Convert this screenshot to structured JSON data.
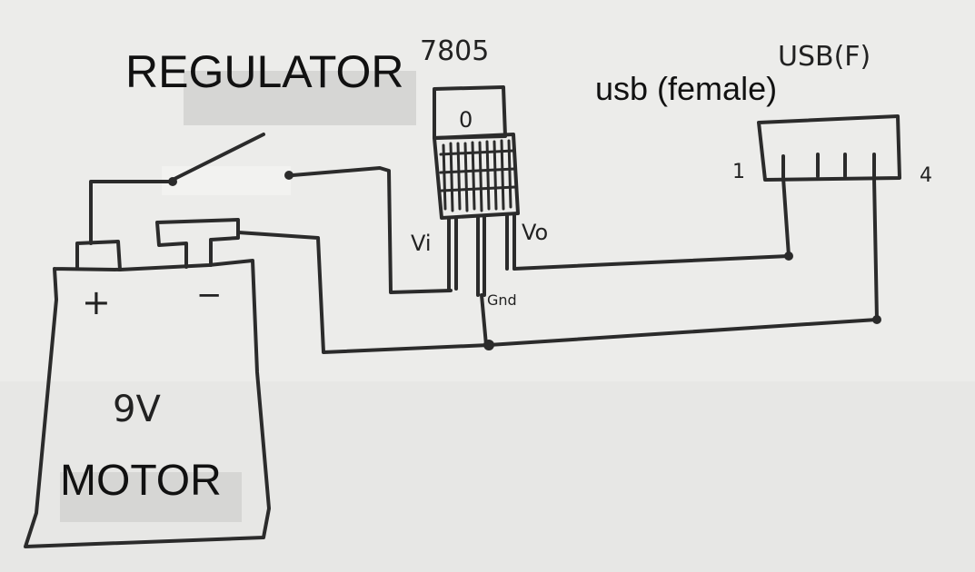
{
  "labels": {
    "regulator": "REGULATOR",
    "ic": "7805",
    "ic_hole": "0",
    "usb_handwritten": "USB(F)",
    "usb_typed": "usb (female)",
    "pin_1": "1",
    "pin_4": "4",
    "vi": "Vi",
    "vo": "Vo",
    "gnd": "Gnd",
    "plus": "+",
    "minus": "−",
    "voltage": "9V",
    "motor": "MOTOR"
  }
}
